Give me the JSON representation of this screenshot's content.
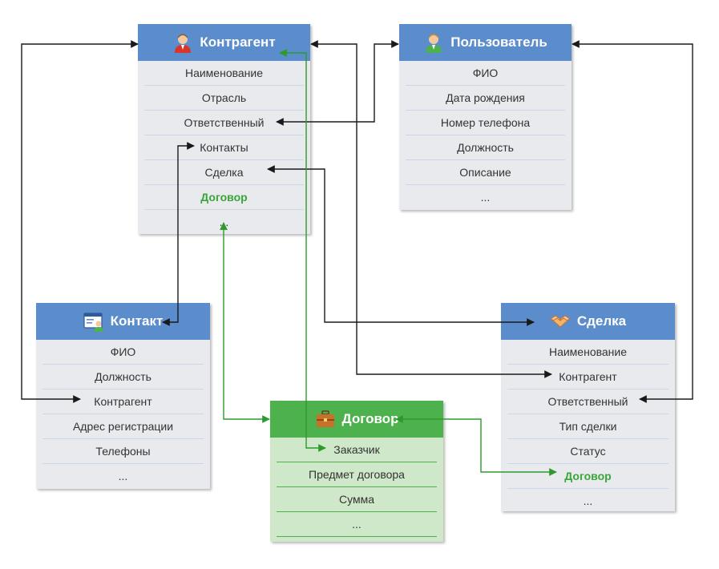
{
  "colors": {
    "header_blue": "#5b8dcd",
    "header_green": "#4db14d",
    "body_gray": "#e8eaed",
    "body_green": "#cfe8c9",
    "link_black": "#1a1a1a",
    "link_green": "#2e9a2e"
  },
  "entities": {
    "kontragent": {
      "title": "Контрагент",
      "icon": "person-red-icon",
      "rows": [
        "Наименование",
        "Отрасль",
        "Ответственный",
        "Контакты",
        "Сделка",
        "Договор",
        "..."
      ]
    },
    "polzovatel": {
      "title": "Пользователь",
      "icon": "person-green-icon",
      "rows": [
        "ФИО",
        "Дата рождения",
        "Номер телефона",
        "Должность",
        "Описание",
        "..."
      ]
    },
    "kontakt": {
      "title": "Контакт",
      "icon": "contact-card-icon",
      "rows": [
        "ФИО",
        "Должность",
        "Контрагент",
        "Адрес регистрации",
        "Телефоны",
        "..."
      ]
    },
    "dogovor": {
      "title": "Договор",
      "icon": "briefcase-icon",
      "rows": [
        "Заказчик",
        "Предмет договора",
        "Сумма",
        "..."
      ]
    },
    "sdelka": {
      "title": "Сделка",
      "icon": "handshake-icon",
      "rows": [
        "Наименование",
        "Контрагент",
        "Ответственный",
        "Тип сделки",
        "Статус",
        "Договор",
        "..."
      ]
    }
  }
}
